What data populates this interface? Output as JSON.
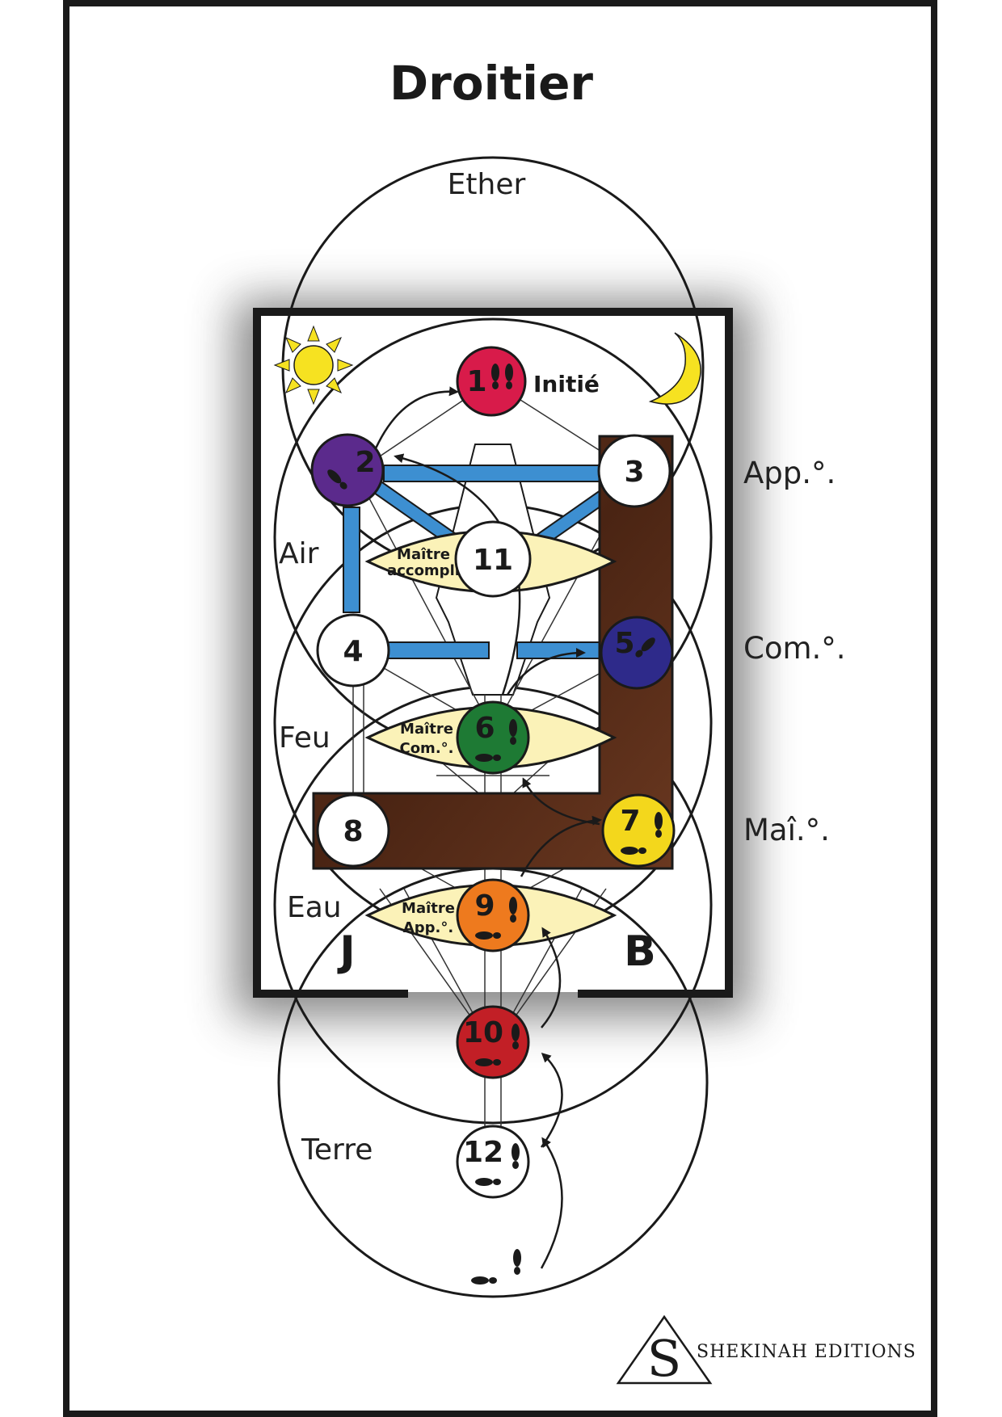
{
  "title": "Droitier",
  "elements": {
    "ether": "Ether",
    "air": "Air",
    "feu": "Feu",
    "eau": "Eau",
    "terre": "Terre"
  },
  "grades": {
    "apprenti": "App.°.",
    "compagnon": "Com.°.",
    "maitre": "Maî.°."
  },
  "nodes": {
    "n1": {
      "number": "1",
      "label": "Initié",
      "color": "#d81b4a"
    },
    "n2": {
      "number": "2",
      "color": "#5b2a8c"
    },
    "n3": {
      "number": "3",
      "color": "#ffffff"
    },
    "n4": {
      "number": "4",
      "color": "#ffffff"
    },
    "n5": {
      "number": "5",
      "color": "#2e2a8a"
    },
    "n6": {
      "number": "6",
      "color": "#1e7a34"
    },
    "n7": {
      "number": "7",
      "color": "#f3d71c"
    },
    "n8": {
      "number": "8",
      "color": "#ffffff"
    },
    "n9": {
      "number": "9",
      "color": "#ee7a1e"
    },
    "n10": {
      "number": "10",
      "color": "#c21f26"
    },
    "n11": {
      "number": "11",
      "color": "#ffffff"
    },
    "n12": {
      "number": "12",
      "color": "#ffffff"
    }
  },
  "eyes": {
    "upper": {
      "line1": "Maître",
      "line2": "accompli"
    },
    "middle": {
      "line1": "Maître",
      "line2": "Com.°."
    },
    "lower": {
      "line1": "Maître",
      "line2": "App.°."
    }
  },
  "pillars": {
    "left": "J",
    "right": "B"
  },
  "colors": {
    "path_blue": "#3d8fd1",
    "eye_fill": "#fbf2b8",
    "wood": "#5a2e1a",
    "sun": "#f6e221",
    "moon": "#f6e221"
  },
  "publisher": {
    "initial": "S",
    "name": "SHEKINAH EDITIONS"
  }
}
